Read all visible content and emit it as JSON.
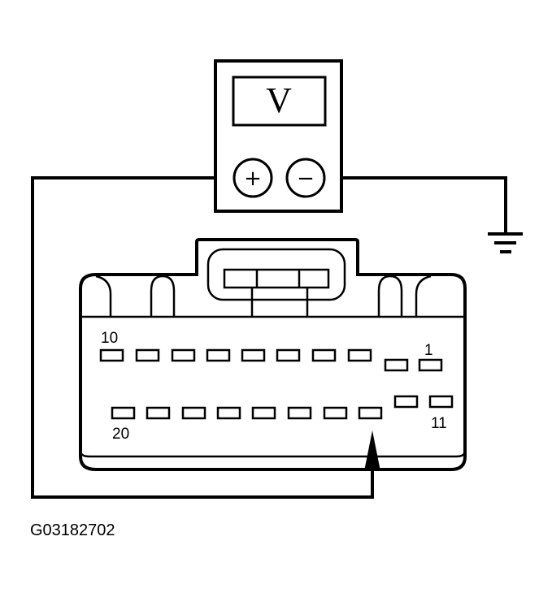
{
  "meter": {
    "display_symbol": "V",
    "plus_symbol": "+",
    "minus_symbol": "−"
  },
  "connector": {
    "pin_labels": {
      "top_left": "10",
      "top_right": "1",
      "bottom_left": "20",
      "bottom_right": "11"
    }
  },
  "figure_code": "G03182702",
  "icons": {
    "ground": "ground-icon",
    "probe": "probe-icon"
  }
}
